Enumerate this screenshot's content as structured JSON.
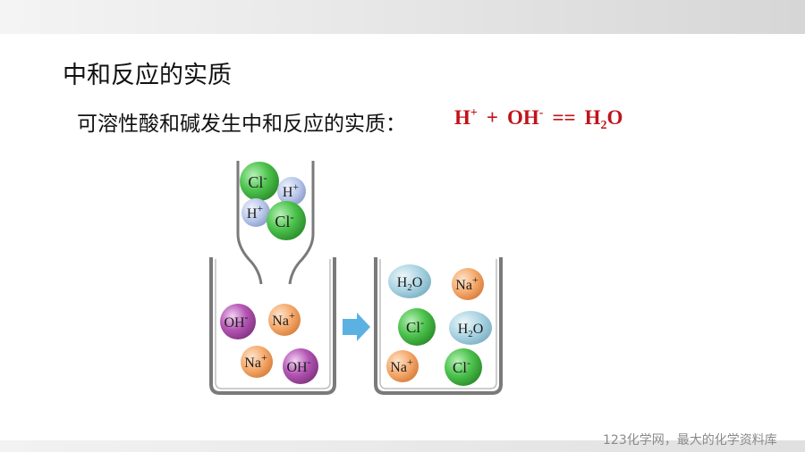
{
  "title": "中和反应的实质",
  "statement": {
    "text": "可溶性酸和碱发生中和反应的实质：",
    "equation": {
      "h": "H",
      "h_charge": "+",
      "plus": "+",
      "oh": "OH",
      "oh_charge": "-",
      "equals": "==",
      "water_h": "H",
      "water_sub": "2",
      "water_o": "O"
    }
  },
  "diagram": {
    "funnel_ions": [
      {
        "label": "Cl",
        "charge": "-",
        "kind": "chloride"
      },
      {
        "label": "H",
        "charge": "+",
        "kind": "hydrogen"
      },
      {
        "label": "H",
        "charge": "+",
        "kind": "hydrogen"
      },
      {
        "label": "Cl",
        "charge": "-",
        "kind": "chloride"
      }
    ],
    "left_beaker_ions": [
      {
        "label": "OH",
        "charge": "-",
        "kind": "hydroxide"
      },
      {
        "label": "Na",
        "charge": "+",
        "kind": "sodium"
      },
      {
        "label": "Na",
        "charge": "+",
        "kind": "sodium"
      },
      {
        "label": "OH",
        "charge": "-",
        "kind": "hydroxide"
      }
    ],
    "right_beaker_ions": [
      {
        "label": "H",
        "sub": "2",
        "label2": "O",
        "charge": "",
        "kind": "water"
      },
      {
        "label": "Na",
        "charge": "+",
        "kind": "sodium"
      },
      {
        "label": "Cl",
        "charge": "-",
        "kind": "chloride"
      },
      {
        "label": "H",
        "sub": "2",
        "label2": "O",
        "charge": "",
        "kind": "water"
      },
      {
        "label": "Na",
        "charge": "+",
        "kind": "sodium"
      },
      {
        "label": "Cl",
        "charge": "-",
        "kind": "chloride"
      }
    ],
    "colors": {
      "chloride": "#4cc24c",
      "hydrogen": "#b9c7ea",
      "hydroxide": "#b455b4",
      "sodium": "#f4a86a",
      "water": "#a9d3e2",
      "arrow": "#4aa8e0",
      "glass": "#7a7a7a",
      "equation": "#c0141a"
    }
  },
  "watermark": "123化学网，最大的化学资料库"
}
